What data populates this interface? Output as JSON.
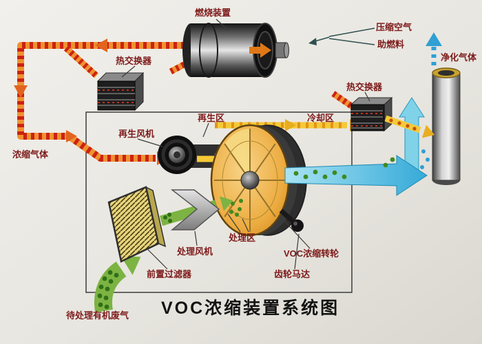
{
  "diagram": {
    "title": "VOC浓缩装置系统图",
    "labels": {
      "combustion_device": "燃烧装置",
      "compressed_air": "压缩空气",
      "auxiliary_fuel": "助燃料",
      "purified_gas": "净化气体",
      "heat_exchanger_left": "热交换器",
      "heat_exchanger_right": "热交换器",
      "regeneration_zone": "再生区",
      "cooling_zone": "冷却区",
      "regeneration_fan": "再生风机",
      "concentrated_gas": "浓缩气体",
      "treatment_fan": "处理风机",
      "treatment_zone": "处理区",
      "voc_rotor": "VOC浓缩转轮",
      "gear_motor": "齿轮马达",
      "pre_filter": "前置过滤器",
      "raw_waste_gas": "待处理有机废气"
    },
    "colors": {
      "label_text": "#7d1a1a",
      "title_text": "#131313",
      "hot_flow_body": "#ef9230",
      "hot_flow_hatch": "#cc2212",
      "warm_flow": "#f5c937",
      "clean_flow": "#35aad8",
      "intake_flow": "#7cb342",
      "rotor_face": "#e8a23c"
    }
  }
}
